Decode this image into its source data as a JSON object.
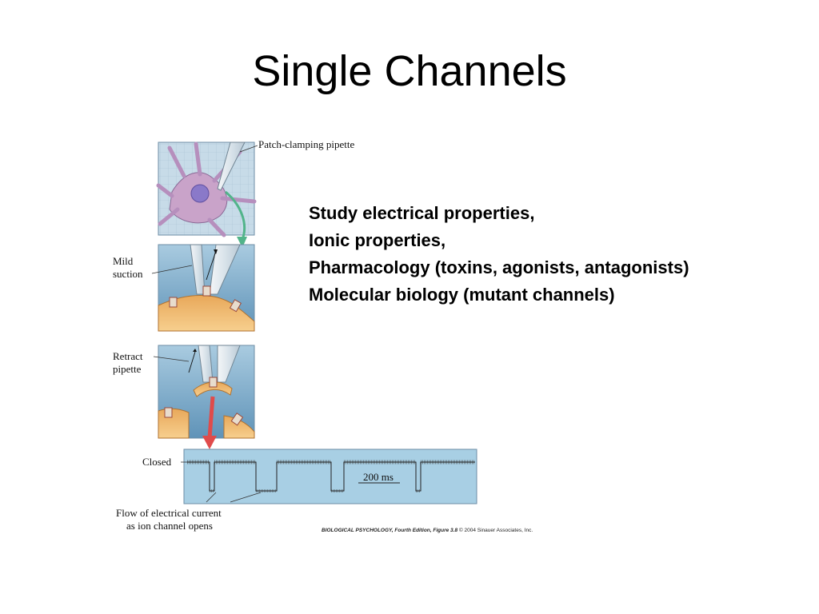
{
  "slide": {
    "title": "Single Channels",
    "bullets": [
      "Study electrical properties,",
      "Ionic properties,",
      "Pharmacology (toxins, agonists, antagonists)",
      "Molecular biology (mutant channels)"
    ]
  },
  "figure": {
    "labels": {
      "pipette": "Patch-clamping pipette",
      "mild_suction_1": "Mild",
      "mild_suction_2": "suction",
      "retract_1": "Retract",
      "retract_2": "pipette",
      "closed": "Closed",
      "flow_1": "Flow of electrical current",
      "flow_2": "as ion channel opens",
      "scale": "200 ms"
    },
    "credit_title": "BIOLOGICAL PSYCHOLOGY, Fourth Edition, Figure 3.8",
    "credit_rest": "© 2004 Sinauer Associates, Inc."
  }
}
